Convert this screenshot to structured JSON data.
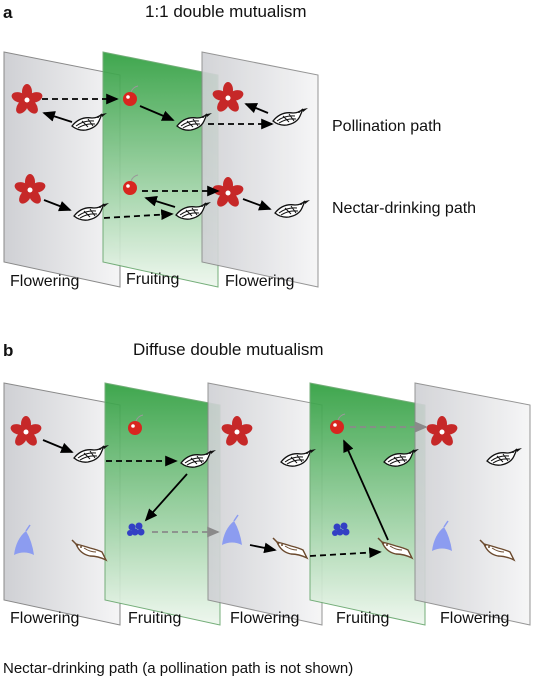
{
  "panel_a": {
    "letter": "a",
    "title": "1:1 double mutualism",
    "path_labels": [
      "Pollination path",
      "Nectar-drinking path"
    ],
    "plane_labels": [
      "Flowering",
      "Fruiting",
      "Flowering"
    ]
  },
  "panel_b": {
    "letter": "b",
    "title": "Diffuse double mutualism",
    "plane_labels": [
      "Flowering",
      "Fruiting",
      "Flowering",
      "Fruiting",
      "Flowering"
    ],
    "footnote": "Nectar-drinking path (a pollination path is not shown)"
  },
  "colors": {
    "flowering_plane": "#d4d4d8",
    "fruiting_plane": "#3aa845",
    "red_flower": "#c62828",
    "fruit": "#d8261f",
    "blue_flower": "#8c9cf0",
    "blue_fruit": "#3340c4",
    "brown_bird": "#6b4a2e"
  }
}
